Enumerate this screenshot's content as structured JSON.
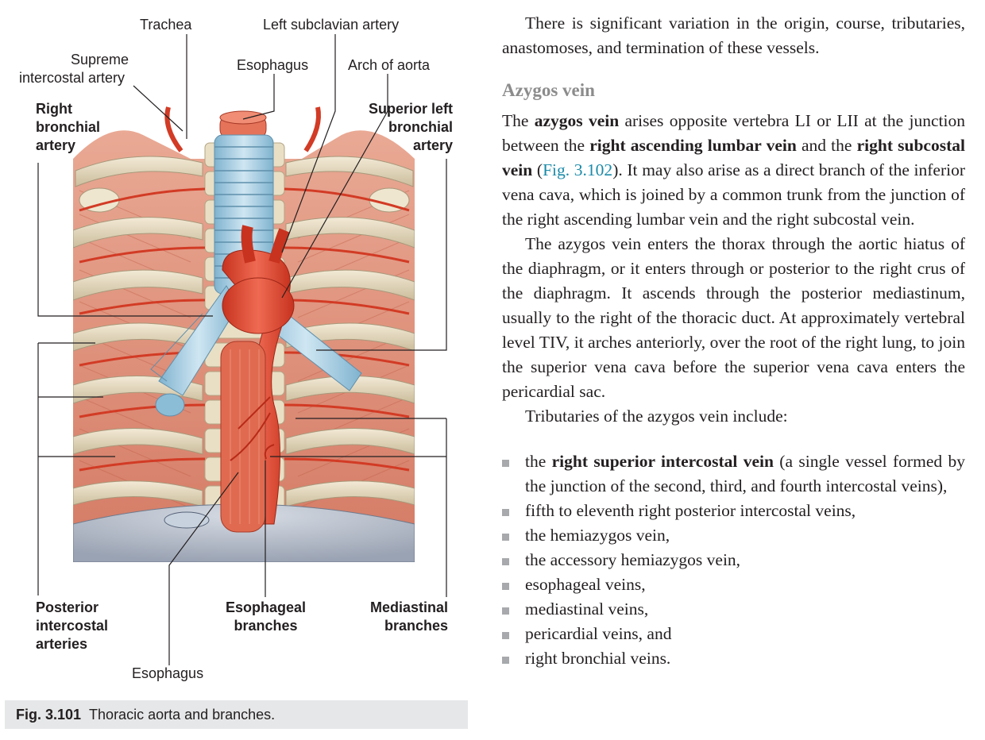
{
  "figure": {
    "labels": {
      "trachea": "Trachea",
      "left_subclavian": "Left subclavian artery",
      "supreme_1": "Supreme",
      "supreme_2": "intercostal artery",
      "esophagus_top": "Esophagus",
      "arch": "Arch of aorta",
      "right_bronchial": [
        "Right",
        "bronchial",
        "artery"
      ],
      "superior_left_bronchial": [
        "Superior left",
        "bronchial",
        "artery"
      ],
      "posterior_intercostal": [
        "Posterior",
        "intercostal",
        "arteries"
      ],
      "esophageal_branches": [
        "Esophageal",
        "branches"
      ],
      "mediastinal_branches": [
        "Mediastinal",
        "branches"
      ],
      "esophagus_bottom": "Esophagus"
    },
    "caption_number": "Fig. 3.101",
    "caption_text": "Thoracic aorta and branches.",
    "colors": {
      "artery": "#e0523e",
      "bone": "#e8ddc4",
      "muscle": "#d9876a",
      "trachea": "#a9cfe2",
      "caption_bg": "#e6e7e8"
    }
  },
  "text": {
    "p_intro": "There is significant variation in the origin, course, tributaries, anastomoses, and termination of these vessels.",
    "heading": "Azygos vein",
    "p1_a": "The ",
    "p1_b": "azygos vein",
    "p1_c": " arises opposite vertebra LI or LII at the junction between the ",
    "p1_d": "right ascending lumbar vein",
    "p1_e": " and the ",
    "p1_f": "right subcostal vein",
    "p1_g": " (",
    "p1_ref": "Fig. 3.102",
    "p1_h": "). It may also arise as a direct branch of the inferior vena cava, which is joined by a common trunk from the junction of the right ascending lumbar vein and the right subcostal vein.",
    "p2": "The azygos vein enters the thorax through the aortic hiatus of the diaphragm, or it enters through or posterior to the right crus of the diaphragm. It ascends through the posterior mediastinum, usually to the right of the thoracic duct. At approximately vertebral level TIV, it arches anteriorly, over the root of the right lung, to join the superior vena cava before the superior vena cava enters the pericardial sac.",
    "p3": "Tributaries of the azygos vein include:",
    "bullet1_a": "the ",
    "bullet1_b": "right superior intercostal vein",
    "bullet1_c": " (a single vessel formed by the junction of the second, third, and fourth intercostal veins),",
    "bullets": [
      "fifth to eleventh right posterior intercostal veins,",
      "the hemiazygos vein,",
      "the accessory hemiazygos vein,",
      "esophageal veins,",
      "mediastinal veins,",
      "pericardial veins, and",
      "right bronchial veins."
    ]
  }
}
